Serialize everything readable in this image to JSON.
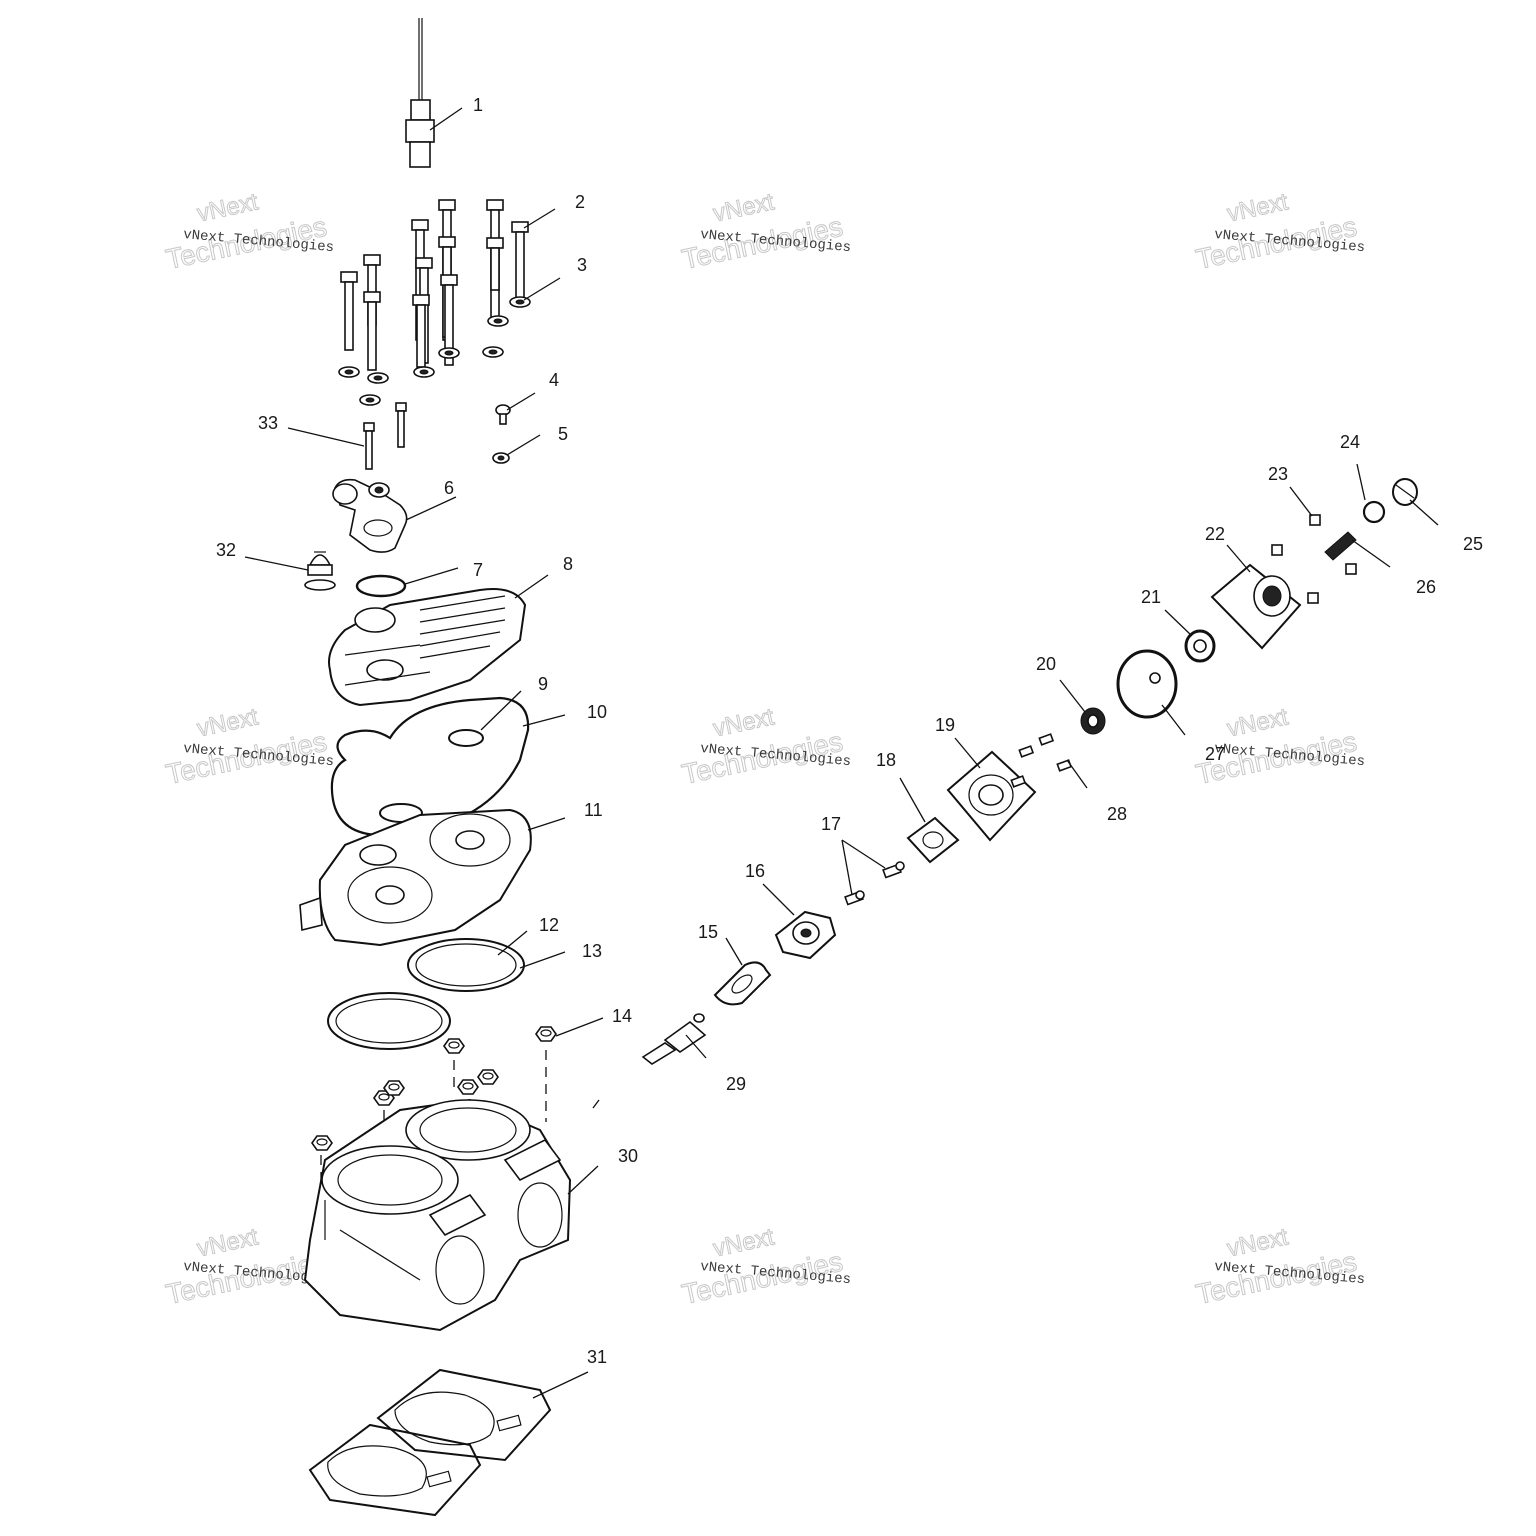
{
  "watermark": {
    "brand_short": "vNext",
    "brand_full": "vNext Technologies",
    "brand_word": "Technologies"
  },
  "callouts": [
    "1",
    "2",
    "3",
    "4",
    "5",
    "6",
    "7",
    "8",
    "9",
    "10",
    "11",
    "12",
    "13",
    "14",
    "15",
    "16",
    "17",
    "18",
    "19",
    "20",
    "21",
    "22",
    "23",
    "24",
    "25",
    "26",
    "27",
    "28",
    "29",
    "30",
    "31",
    "32",
    "33"
  ]
}
